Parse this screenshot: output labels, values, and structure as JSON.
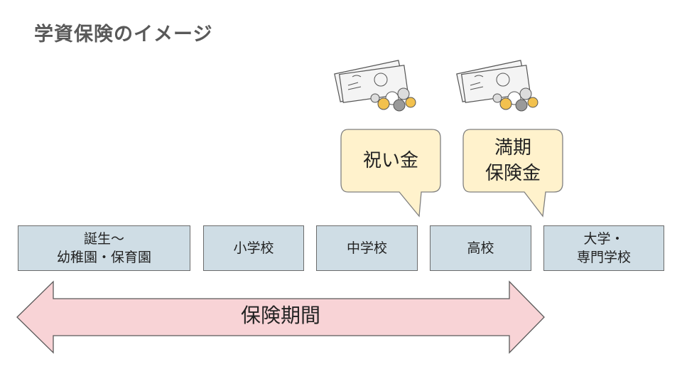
{
  "title": "学資保険のイメージ",
  "colors": {
    "stage_fill": "#cfdde5",
    "stage_border": "#6b6b6b",
    "bubble_fill": "#fff2cc",
    "bubble_border": "#7f7f7f",
    "arrow_fill": "#f8d3d6",
    "arrow_border": "#5a5a5a",
    "title": "#595959"
  },
  "stages": [
    {
      "line1": "誕生～",
      "line2": "幼稚園・保育園"
    },
    {
      "line1": "小学校",
      "line2": ""
    },
    {
      "line1": "中学校",
      "line2": ""
    },
    {
      "line1": "高校",
      "line2": ""
    },
    {
      "line1": "大学・",
      "line2": "専門学校"
    }
  ],
  "bubbles": [
    {
      "line1": "祝い金",
      "line2": "",
      "icon": "money-icon"
    },
    {
      "line1": "満期",
      "line2": "保険金",
      "icon": "money-icon"
    }
  ],
  "period_label": "保険期間"
}
